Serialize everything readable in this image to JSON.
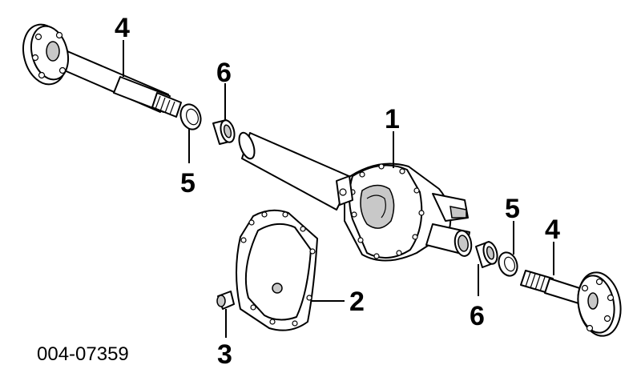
{
  "figure_id": "004-07359",
  "callouts": {
    "axle_housing": "1",
    "cover": "2",
    "plug": "3",
    "axle_shaft_left": "4",
    "axle_shaft_right": "4",
    "seal_left": "5",
    "seal_right": "5",
    "bearing_left": "6",
    "bearing_right": "6"
  }
}
